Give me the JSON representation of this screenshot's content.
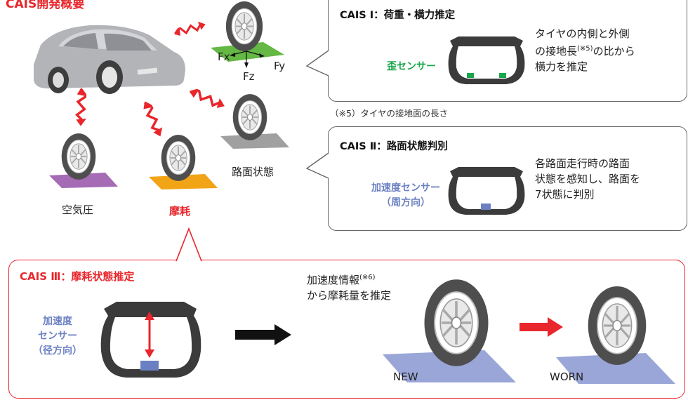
{
  "header": {
    "title": "CAIS開発概要"
  },
  "overview": {
    "labels": {
      "air_pressure": "空気圧",
      "wear": "摩耗",
      "road_condition": "路面状態",
      "fx": "Fx",
      "fy": "Fy",
      "fz": "Fz"
    }
  },
  "cais1": {
    "title": "CAIS Ⅰ：荷重・横力推定",
    "sensor": "歪センサー",
    "description_lines": [
      "タイヤの内側と外側",
      "の接地長",
      "の比から",
      "横力を推定"
    ],
    "note_ref": "(※5)"
  },
  "footnote": {
    "text": "（※5）タイヤの接地面の長さ"
  },
  "cais2": {
    "title": "CAIS Ⅱ：路面状態判別",
    "sensor_line1": "加速度センサー",
    "sensor_line2": "（周方向）",
    "description_lines": [
      "各路面走行時の路面",
      "状態を感知し、路面を",
      "7状態に判別"
    ]
  },
  "cais3": {
    "title": "CAIS Ⅲ：摩耗状態推定",
    "sensor_line1": "加速度",
    "sensor_line2": "センサー",
    "sensor_line3": "（径方向）",
    "info_line1": "加速度情報",
    "info_ref": "(※6)",
    "info_line2": "から摩耗量を推定",
    "new_label": "NEW",
    "worn_label": "WORN"
  },
  "colors": {
    "accent_red": "#e8262b",
    "green": "#1aa64a",
    "blue": "#6b80c2",
    "purple": "#a56bb5",
    "orange": "#f2a417",
    "gray_plate": "#a0a0a0",
    "green_plate": "#64b843",
    "tire_dark": "#555555"
  }
}
